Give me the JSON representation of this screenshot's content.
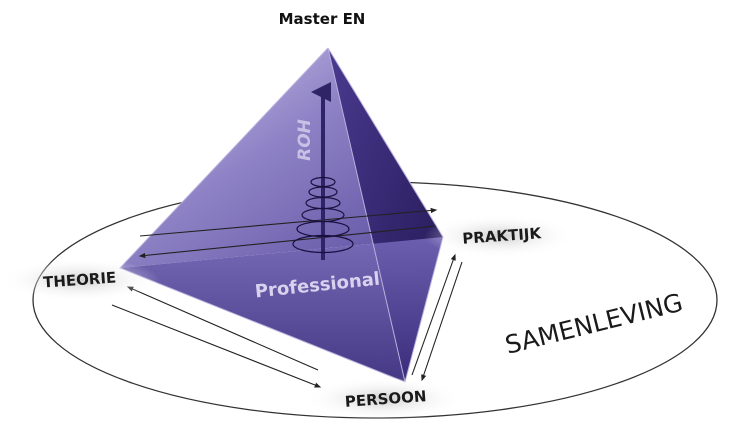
{
  "diagram": {
    "apex_label": "Master EN",
    "axis_label": "ROH",
    "face_label": "Professional",
    "corner_labels": {
      "left": "THEORIE",
      "right": "PRAKTIJK",
      "bottom": "PERSOON"
    },
    "context_label": "SAMENLEVING",
    "colors": {
      "pyramid_light": "#8f83c6",
      "pyramid_dark": "#2f2266",
      "pyramid_edge": "#b9b0dd",
      "ellipse_stroke": "#333333",
      "arrow_stroke": "#222222",
      "label_glow": "#cfcfcf"
    }
  }
}
